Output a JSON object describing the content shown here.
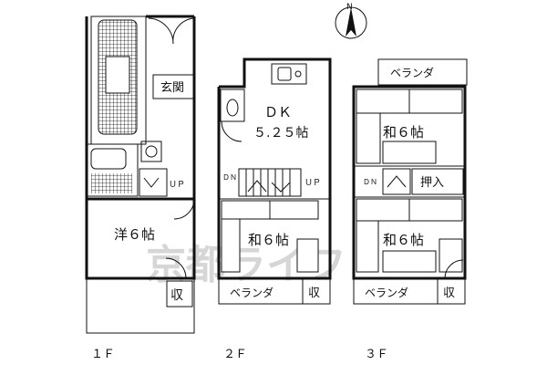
{
  "watermark": "京都ライフ",
  "compass_label": "N",
  "floors": [
    {
      "id": "1f",
      "label": "１Ｆ",
      "rooms": {
        "entrance": "玄関",
        "western": "洋６帖",
        "storage": "収",
        "stairs_up": "ＵＰ"
      }
    },
    {
      "id": "2f",
      "label": "２Ｆ",
      "rooms": {
        "dk": "ＤＫ",
        "dk_size": "５.２５帖",
        "japanese": "和６帖",
        "veranda": "ベランダ",
        "storage": "収",
        "stairs_dn": "ＤＮ",
        "stairs_up": "ＵＰ"
      }
    },
    {
      "id": "3f",
      "label": "３Ｆ",
      "rooms": {
        "veranda_top": "ベランダ",
        "japanese_north": "和６帖",
        "oshiire": "押入",
        "japanese_south": "和６帖",
        "veranda_bottom": "ベランダ",
        "storage": "収",
        "stairs_dn": "ＤＮ"
      }
    }
  ]
}
